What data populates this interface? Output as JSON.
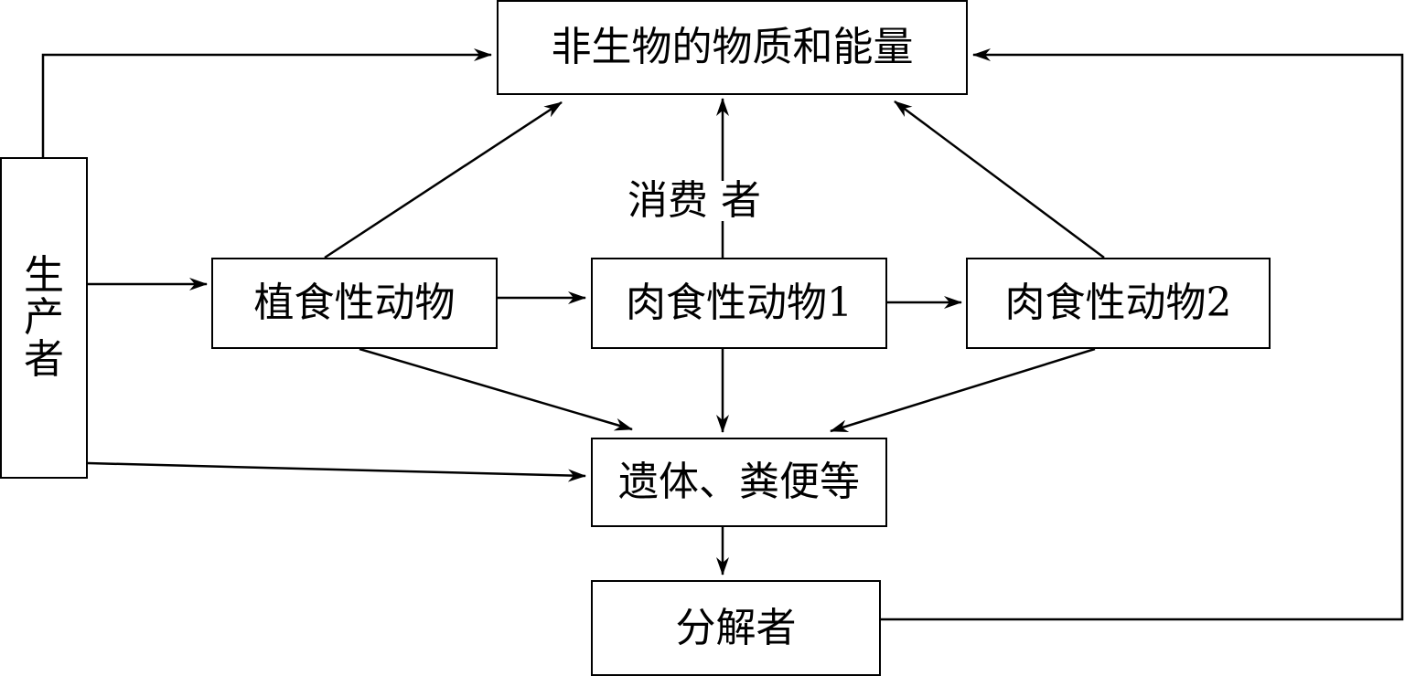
{
  "diagram": {
    "nodes": {
      "abiotic": "非生物的物质和能量",
      "producer": [
        "生",
        "产",
        "者"
      ],
      "herbivore": "植食性动物",
      "carnivore1": "肉食性动物1",
      "carnivore2": "肉食性动物2",
      "remains": "遗体、粪便等",
      "decomposer": "分解者"
    },
    "labels": {
      "consumer": "消费 者"
    },
    "edges": [
      {
        "from": "producer",
        "to": "abiotic"
      },
      {
        "from": "producer",
        "to": "herbivore"
      },
      {
        "from": "producer",
        "to": "remains"
      },
      {
        "from": "herbivore",
        "to": "abiotic"
      },
      {
        "from": "herbivore",
        "to": "carnivore1"
      },
      {
        "from": "herbivore",
        "to": "remains"
      },
      {
        "from": "carnivore1",
        "to": "abiotic"
      },
      {
        "from": "carnivore1",
        "to": "carnivore2"
      },
      {
        "from": "carnivore1",
        "to": "remains"
      },
      {
        "from": "carnivore2",
        "to": "abiotic"
      },
      {
        "from": "carnivore2",
        "to": "remains"
      },
      {
        "from": "remains",
        "to": "decomposer"
      },
      {
        "from": "decomposer",
        "to": "abiotic"
      }
    ]
  }
}
